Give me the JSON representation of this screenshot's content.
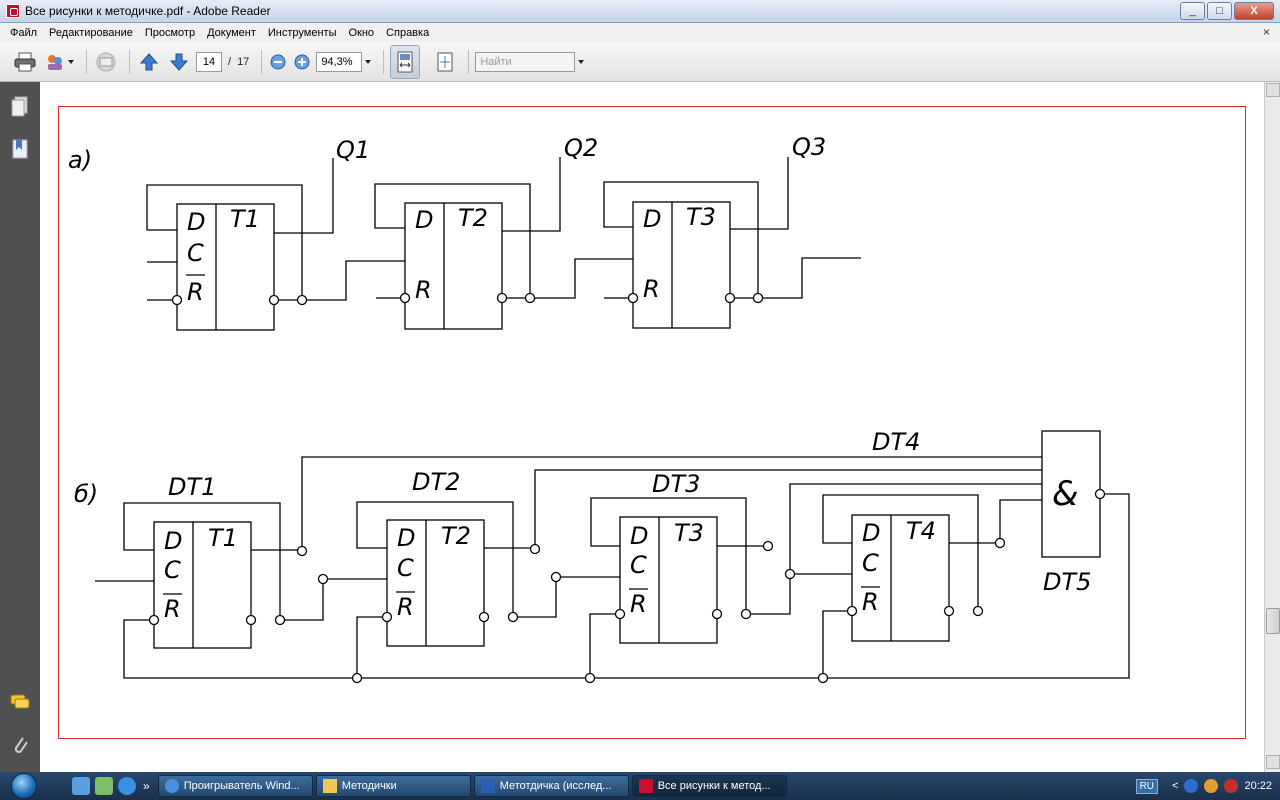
{
  "window": {
    "title": "Все рисунки к методичке.pdf - Adobe Reader",
    "controls": {
      "minimize": "_",
      "maximize": "□",
      "close": "X"
    }
  },
  "menu": [
    "Файл",
    "Редактирование",
    "Просмотр",
    "Документ",
    "Инструменты",
    "Окно",
    "Справка"
  ],
  "menu_close": "×",
  "toolbar": {
    "current_page": "14",
    "page_separator": "/",
    "total_pages": "17",
    "zoom": "94,3%",
    "search_placeholder": "Найти"
  },
  "diagram_a": {
    "label": "а)",
    "outputs": [
      "Q1",
      "Q2",
      "Q3"
    ],
    "triggers": [
      {
        "name": "T1",
        "pins": [
          "D",
          "C",
          "R"
        ]
      },
      {
        "name": "T2",
        "pins": [
          "D",
          "R"
        ]
      },
      {
        "name": "T3",
        "pins": [
          "D",
          "R"
        ]
      }
    ]
  },
  "diagram_b": {
    "label": "б)",
    "blocks": [
      "DT1",
      "DT2",
      "DT3",
      "DT4",
      "DT5"
    ],
    "triggers": [
      {
        "name": "T1",
        "pins": [
          "D",
          "C",
          "R"
        ]
      },
      {
        "name": "T2",
        "pins": [
          "D",
          "C",
          "R"
        ]
      },
      {
        "name": "T3",
        "pins": [
          "D",
          "C",
          "R"
        ]
      },
      {
        "name": "T4",
        "pins": [
          "D",
          "C",
          "R"
        ]
      }
    ],
    "and_symbol": "&"
  },
  "taskbar": {
    "tasks": [
      {
        "label": "Проигрыватель Wind...",
        "active": false
      },
      {
        "label": "Методички",
        "active": false
      },
      {
        "label": "Метотдичка (исслед...",
        "active": false
      },
      {
        "label": "Все рисунки к метод...",
        "active": true
      }
    ],
    "more": "»",
    "language": "RU",
    "tray_arrow": "<",
    "clock": "20:22"
  },
  "colors": {
    "page_border": "#d92d2d",
    "panel": "#505050",
    "taskbar": "#1f3a5c"
  }
}
